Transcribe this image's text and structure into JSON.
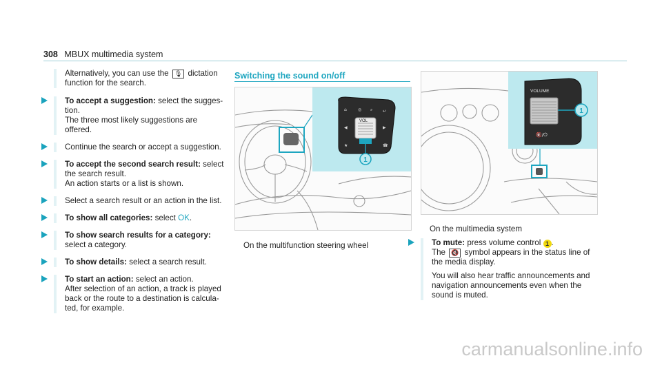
{
  "header": {
    "page_number": "308",
    "title": "MBUX multimedia system"
  },
  "col1": {
    "intro_pre": "Alternatively, you can use the",
    "intro_icon": "dictation-icon",
    "intro_post": "dictation function for the search.",
    "steps": [
      {
        "bold": "To accept a suggestion:",
        "text": " select the sugges-tion.",
        "extra": "The three most likely suggestions are offered."
      },
      {
        "text": "Continue the search or accept a suggestion."
      },
      {
        "bold": "To accept the second search result:",
        "text": " select the search result.",
        "extra": "An action starts or a list is shown."
      },
      {
        "text": "Select a search result or an action in the list."
      },
      {
        "bold": "To show all categories:",
        "text": " select ",
        "link": "OK",
        "tail": "."
      },
      {
        "bold": "To show search results for a category:",
        "text": " select a category."
      },
      {
        "bold": "To show details:",
        "text": " select a search result."
      },
      {
        "bold": "To start an action:",
        "text": " select an action.",
        "extra": "After selection of an action, a track is played back or the route to a destination is calcula-ted, for example."
      }
    ]
  },
  "col2": {
    "section_title": "Switching the sound on/off",
    "figure1": {
      "vol_label": "VOL",
      "callout": "1"
    },
    "caption1": "On the multifunction steering wheel"
  },
  "col3": {
    "figure2": {
      "volume_label": "VOLUME",
      "callout": "1",
      "mute_label": "🔇/⏻"
    },
    "caption2": "On the multimedia system",
    "step_bold": "To mute:",
    "step_text_pre": " press volume control ",
    "step_num": "1",
    "step_text_post": ".",
    "step_line2_pre": "The",
    "step_symbol": "🔇",
    "step_line2_post": "symbol appears in the status line of the media display.",
    "step_extra": "You will also hear traffic announcements and navigation announcements even when the sound is muted."
  },
  "watermark": "carmanualsonline.info",
  "colors": {
    "accent": "#1ea6c0",
    "callout": "#f1d90c",
    "inset_bg": "#bde9ef"
  }
}
